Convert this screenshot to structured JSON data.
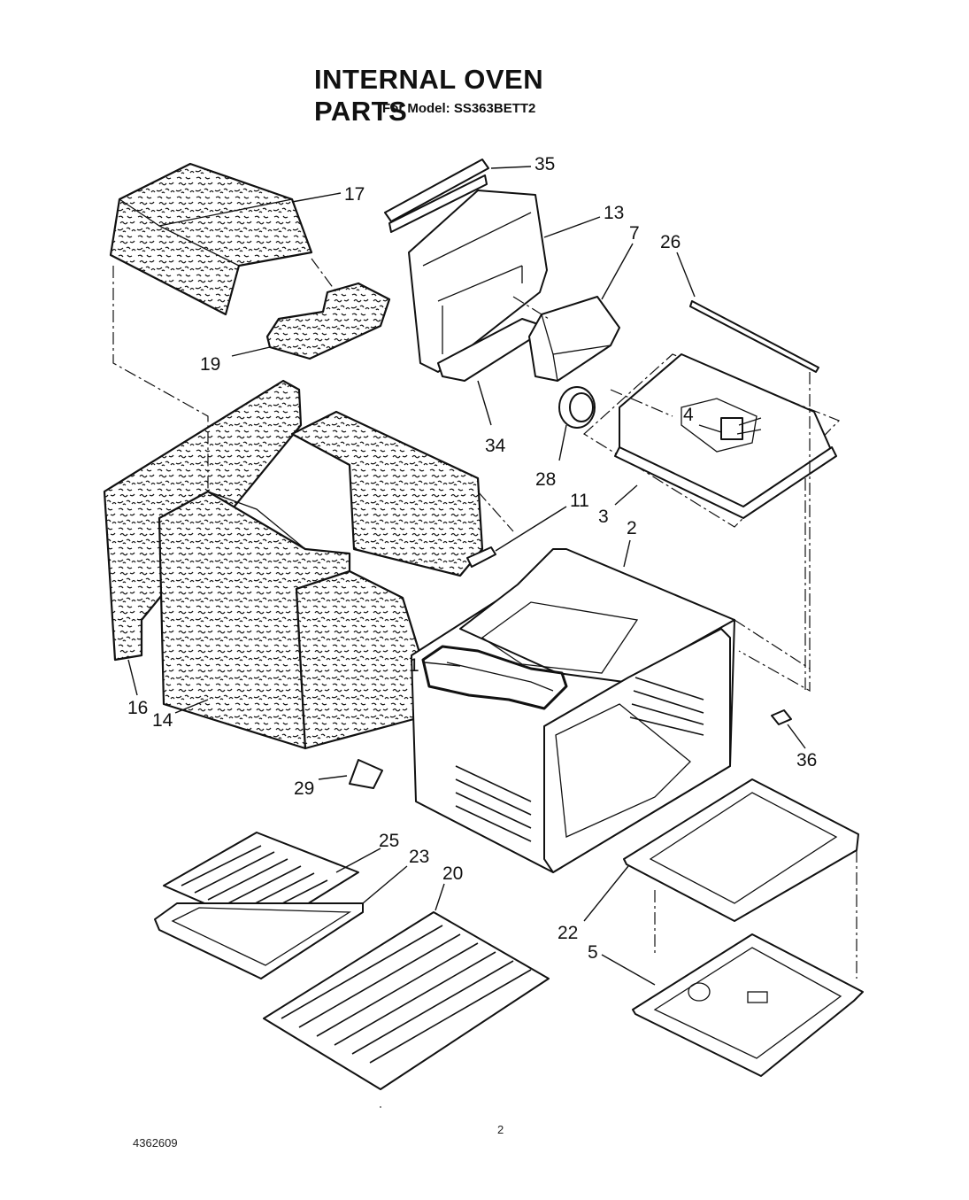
{
  "header": {
    "title": "INTERNAL OVEN PARTS",
    "subtitle": "For Model: SS363BETT2"
  },
  "footer": {
    "doc_number": "4362609",
    "page_number": "2"
  },
  "callouts": {
    "c1": "1",
    "c2": "2",
    "c3": "3",
    "c4": "4",
    "c5": "5",
    "c7": "7",
    "c11": "11",
    "c13": "13",
    "c14": "14",
    "c16": "16",
    "c17": "17",
    "c19": "19",
    "c20": "20",
    "c22": "22",
    "c23": "23",
    "c25": "25",
    "c26": "26",
    "c28": "28",
    "c29": "29",
    "c34": "34",
    "c35": "35",
    "c36": "36"
  }
}
